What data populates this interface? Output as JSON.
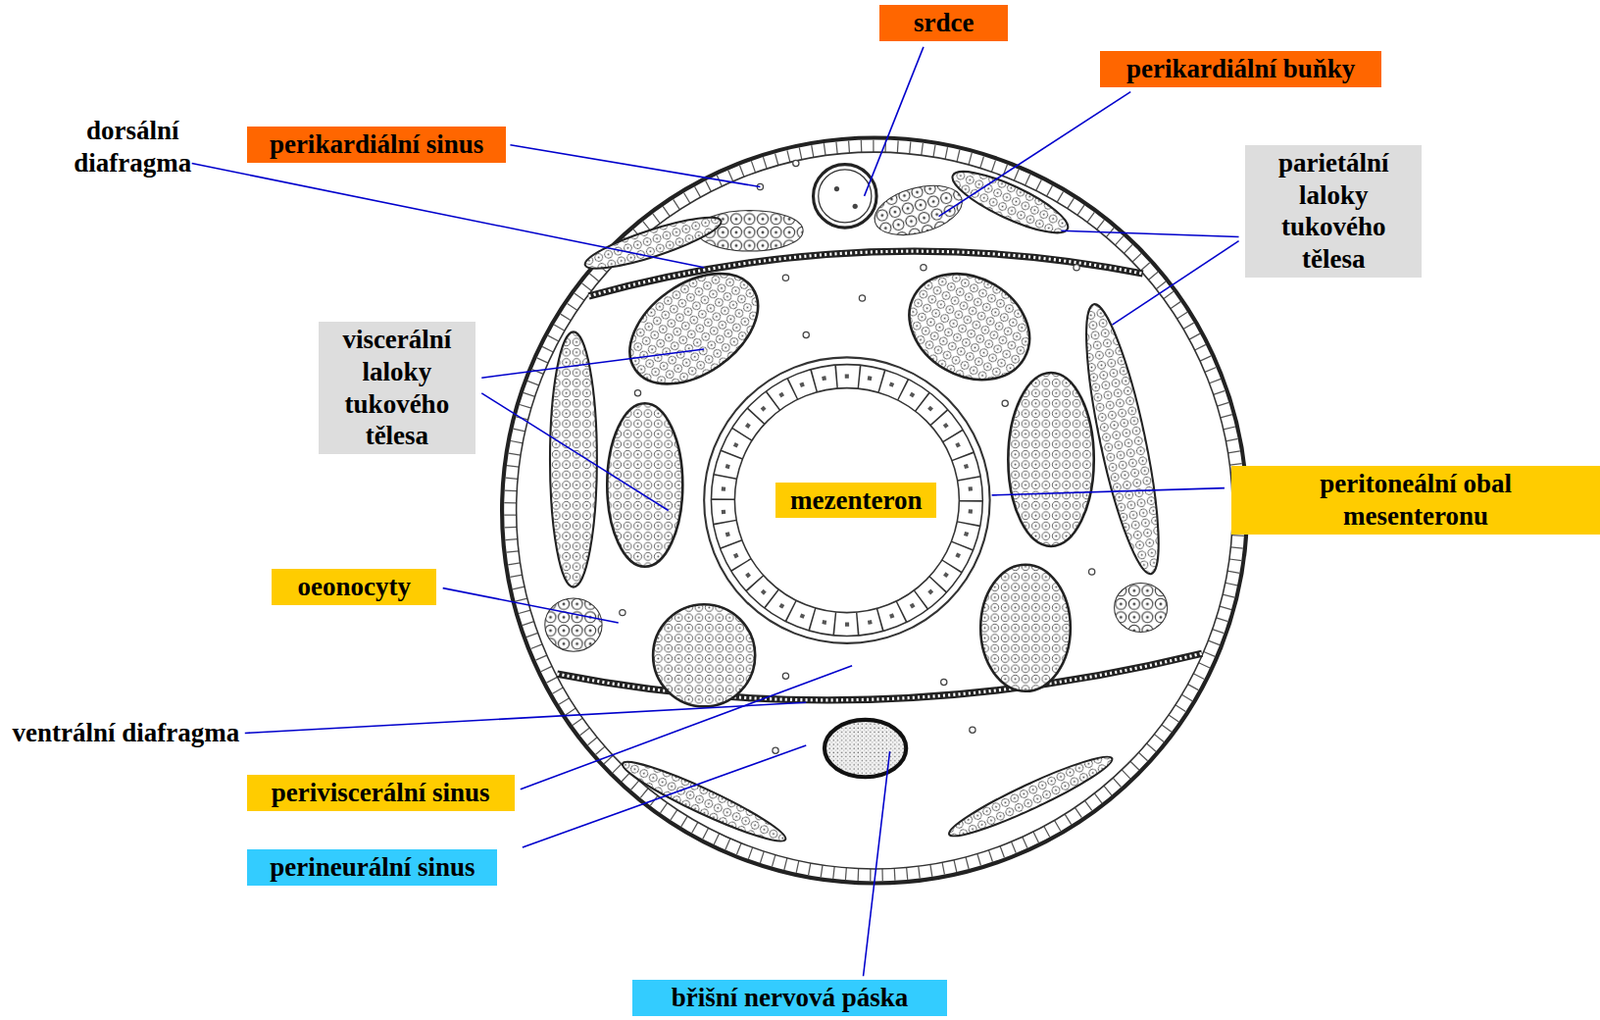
{
  "diagram": {
    "nodes": [
      {
        "text": [
          "srdce"
        ]
      },
      {
        "text": [
          "perikardiální buňky"
        ]
      },
      {
        "text": [
          "perikardiální sinus"
        ]
      },
      {
        "text": [
          "parietální laloky tukového tělesa"
        ]
      },
      {
        "text": [
          "viscerální laloky tukového tělesa"
        ]
      },
      {
        "text": [
          "mezenteron"
        ]
      },
      {
        "text": [
          "peritoneální obal mesenteronu"
        ]
      },
      {
        "text": [
          "oeonocyty"
        ]
      },
      {
        "text": [
          "periviscerální sinus"
        ]
      },
      {
        "text": [
          "perineurální sinus"
        ]
      },
      {
        "text": [
          "břišní nervová páska"
        ]
      }
    ],
    "labels": [
      "dorsální diafragma",
      "ventrální diafragma"
    ]
  }
}
